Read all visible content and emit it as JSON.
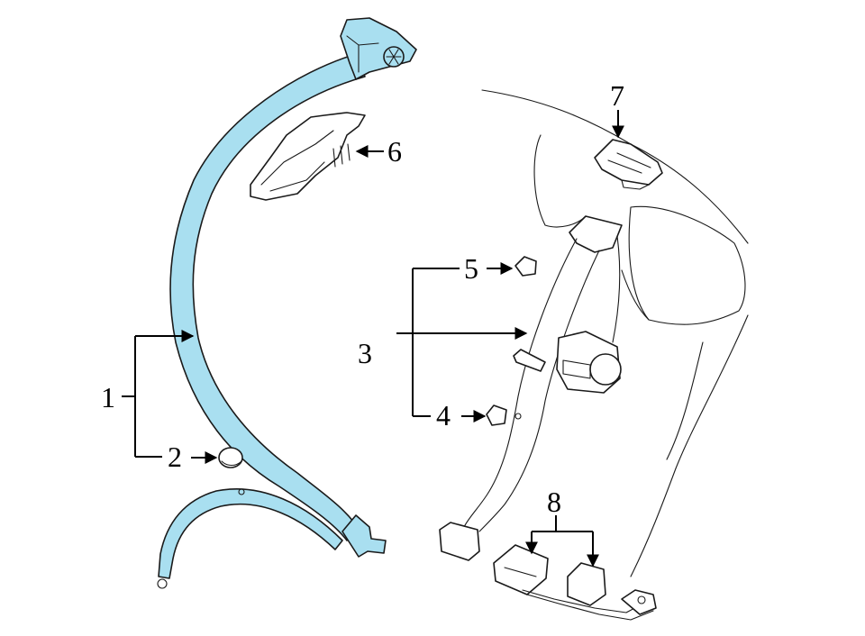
{
  "colors": {
    "highlight": "#a9dff0",
    "line": "#1a1a1a",
    "background": "#ffffff"
  },
  "callouts": {
    "c1": "1",
    "c2": "2",
    "c3": "3",
    "c4": "4",
    "c5": "5",
    "c6": "6",
    "c7": "7",
    "c8": "8"
  }
}
